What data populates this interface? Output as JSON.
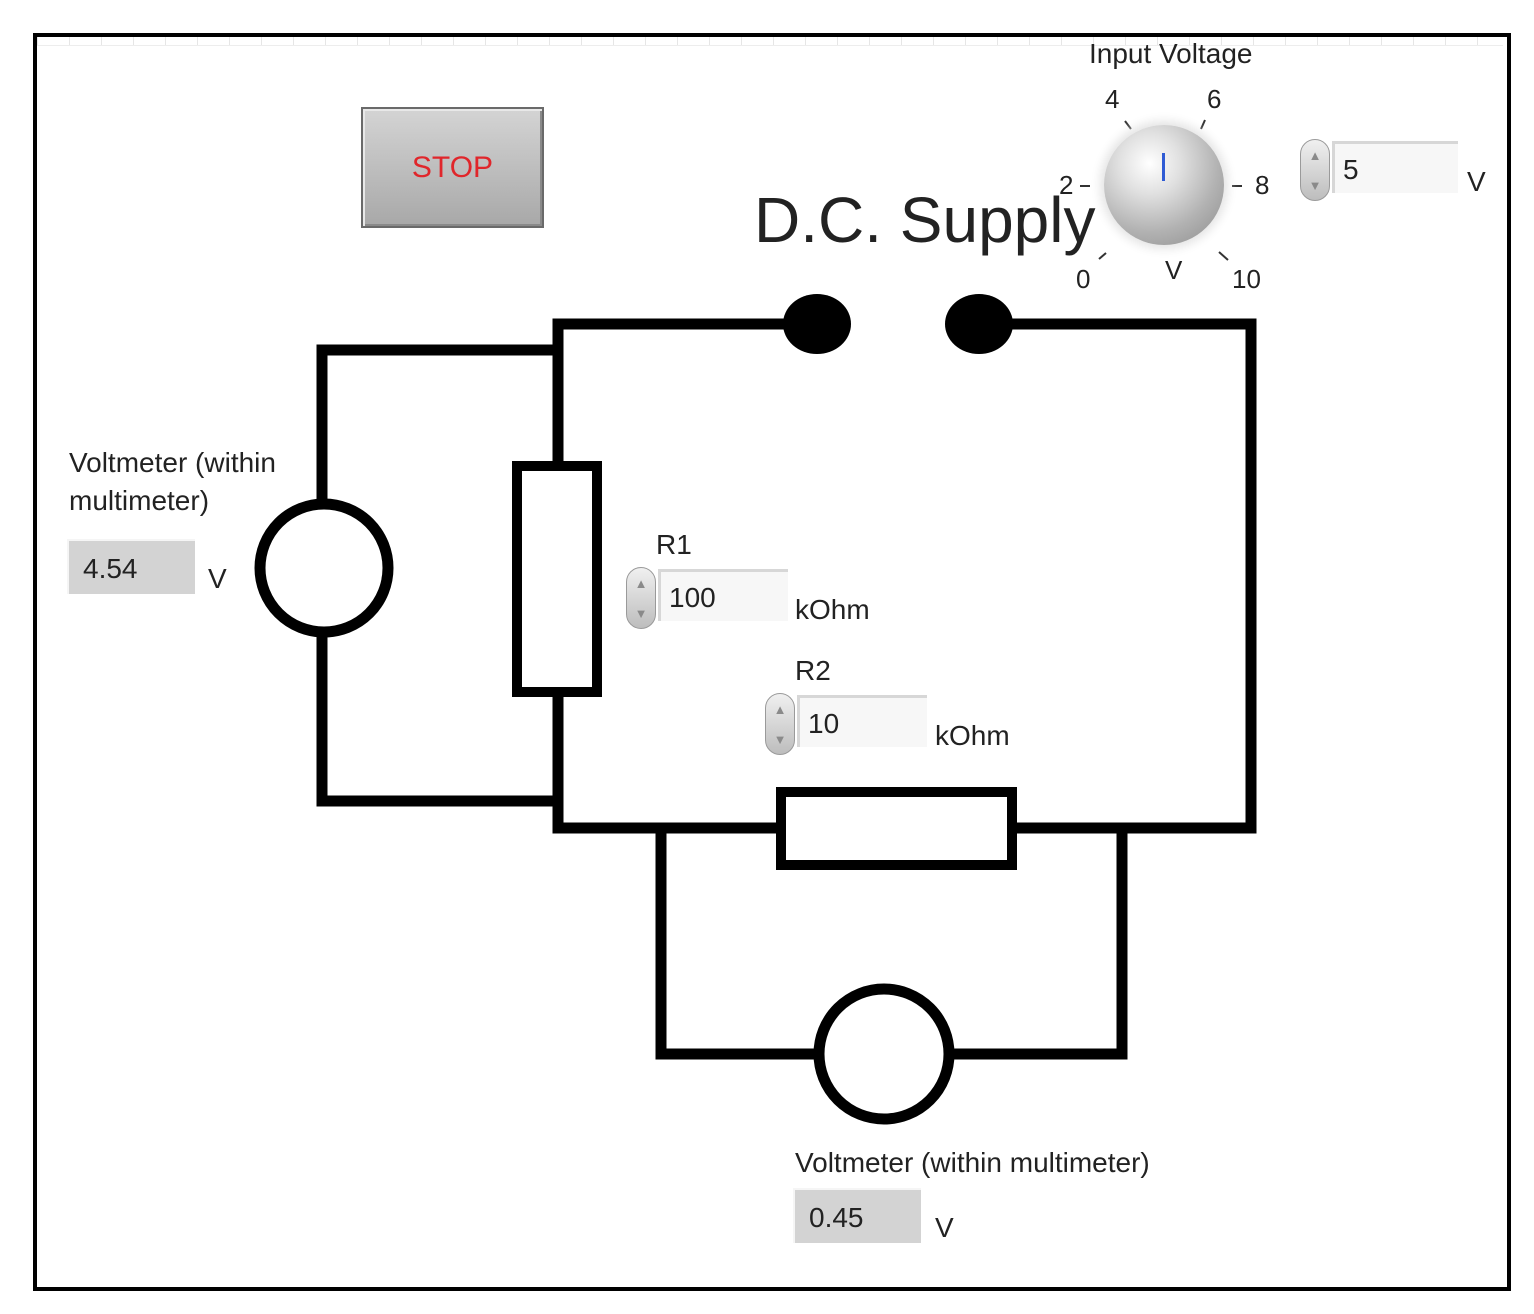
{
  "stop_button": {
    "label": "STOP"
  },
  "supply": {
    "title": "D.C. Supply",
    "knob_label": "Input Voltage",
    "knob_ticks": [
      "0",
      "2",
      "4",
      "6",
      "8",
      "10"
    ],
    "knob_unit": "V",
    "numeric_value": "5",
    "numeric_unit": "V",
    "knob_level": 5
  },
  "r1": {
    "label": "R1",
    "value": "100",
    "unit": "kOhm"
  },
  "r2": {
    "label": "R2",
    "value": "10",
    "unit": "kOhm"
  },
  "voltmeter_left": {
    "label_line1": "Voltmeter (within",
    "label_line2": "multimeter)",
    "value": "4.54",
    "unit": "V"
  },
  "voltmeter_bottom": {
    "label": "Voltmeter (within multimeter)",
    "value": "0.45",
    "unit": "V"
  },
  "colors": {
    "stop_text": "#e0262b",
    "knob_needle": "#2f5bd4",
    "indicator_bg": "#d3d3d3"
  }
}
